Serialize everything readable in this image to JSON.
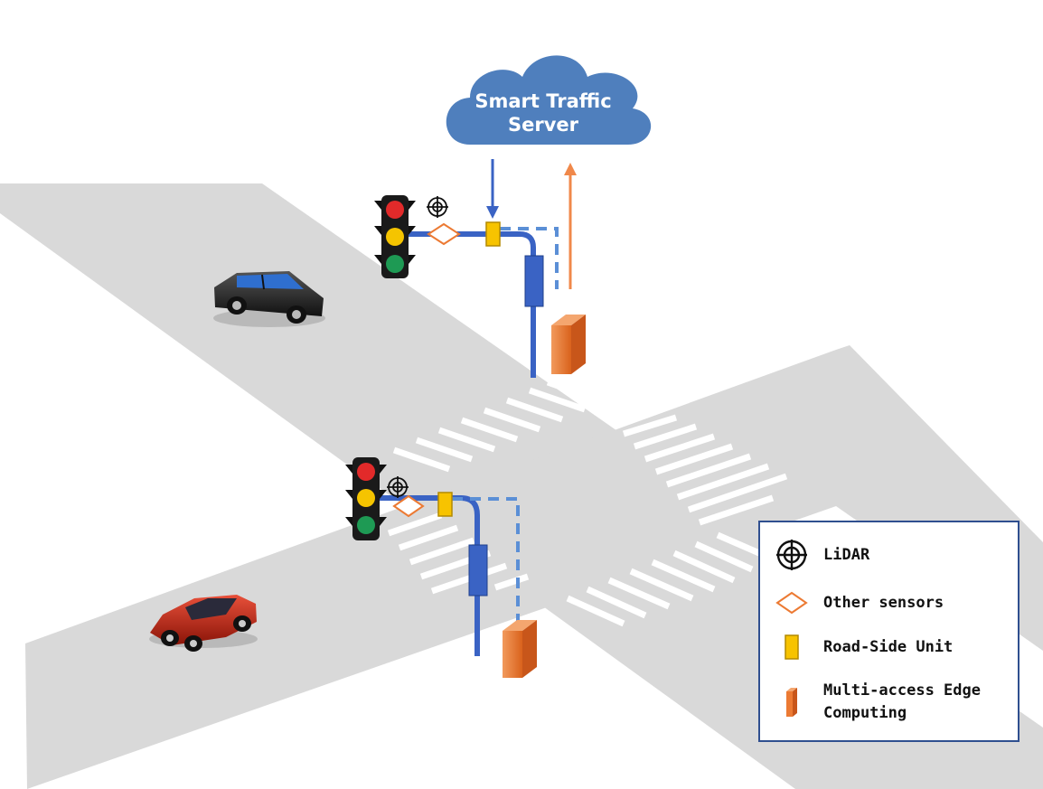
{
  "cloud": {
    "line1": "Smart Traffic",
    "line2": "Server"
  },
  "legend": {
    "items": [
      {
        "icon": "lidar-icon",
        "label_lines": [
          "LiDAR"
        ]
      },
      {
        "icon": "other-sensor-icon",
        "label_lines": [
          "Other sensors"
        ]
      },
      {
        "icon": "road-side-unit-icon",
        "label_lines": [
          "Road-Side Unit"
        ]
      },
      {
        "icon": "mec-server-icon",
        "label_lines": [
          "Multi-access Edge",
          "Computing"
        ]
      }
    ]
  },
  "colors": {
    "road": "#d8d8d8",
    "cloud": "#4f7fbd",
    "pole": "#3a63c4",
    "rsu": "#f7c300",
    "sensor": "#ec7a33",
    "mec": "#ec7a33",
    "uplink": "#f0884a",
    "downlink": "#3a63c4",
    "legend_border": "#2f4f8f"
  }
}
